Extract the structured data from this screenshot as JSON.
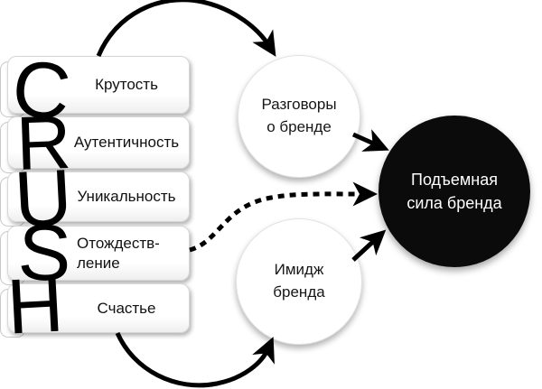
{
  "figure": {
    "model_name": "CRUSH",
    "colors": {
      "background": "#ffffff",
      "ink": "#000000",
      "lift_circle_fill": "#0b0b0b",
      "lift_circle_text": "#ffffff",
      "box_border": "#d6d6d6"
    },
    "crush": {
      "items": [
        {
          "letter": "C",
          "lines": [
            "Крутость"
          ]
        },
        {
          "letter": "R",
          "lines": [
            "Аутентичность"
          ]
        },
        {
          "letter": "U",
          "lines": [
            "Уникальность"
          ]
        },
        {
          "letter": "S",
          "lines": [
            "Отождеств-",
            "ление"
          ]
        },
        {
          "letter": "H",
          "lines": [
            "Счастье"
          ]
        }
      ]
    },
    "nodes": {
      "conversations": {
        "lines": [
          "Разговоры",
          "о бренде"
        ]
      },
      "image": {
        "lines": [
          "Имидж",
          "бренда"
        ]
      },
      "lift": {
        "lines": [
          "Подъемная",
          "сила бренда"
        ]
      }
    },
    "arrows": [
      {
        "from": "crush-stack-top",
        "to": "conversations",
        "style": "solid-curved"
      },
      {
        "from": "crush-stack-bottom",
        "to": "image",
        "style": "solid-curved"
      },
      {
        "from": "identification-box",
        "to": "lift",
        "style": "dashed"
      },
      {
        "from": "conversations",
        "to": "lift",
        "style": "solid"
      },
      {
        "from": "image",
        "to": "lift",
        "style": "solid"
      }
    ]
  }
}
